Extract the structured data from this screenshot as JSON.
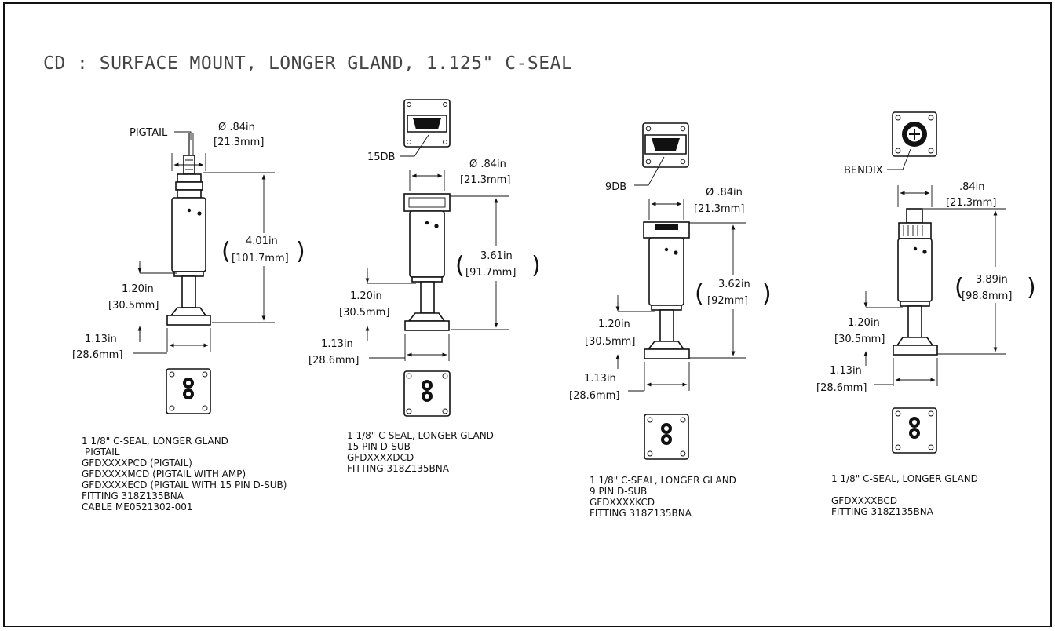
{
  "title": "CD : SURFACE MOUNT, LONGER GLAND, 1.125\" C-SEAL",
  "sensors": [
    {
      "connector_label": "PIGTAIL",
      "diameter": "Ø .84in",
      "diameter_mm": "[21.3mm]",
      "height": "4.01in",
      "height_mm": "[101.7mm]",
      "gland": "1.20in",
      "gland_mm": "[30.5mm]",
      "base": "1.13in",
      "base_mm": "[28.6mm]",
      "caption": [
        "1 1/8\" C-SEAL, LONGER GLAND",
        "PIGTAIL",
        "GFDXXXXPCD (PIGTAIL)",
        "GFDXXXXMCD (PIGTAIL WITH AMP)",
        "GFDXXXXECD (PIGTAIL WITH 15 PIN D-SUB)",
        "FITTING 318Z135BNA",
        "CABLE ME0521302-001"
      ]
    },
    {
      "connector_label": "15DB",
      "diameter": "Ø .84in",
      "diameter_mm": "[21.3mm]",
      "height": "3.61in",
      "height_mm": "[91.7mm]",
      "gland": "1.20in",
      "gland_mm": "[30.5mm]",
      "base": "1.13in",
      "base_mm": "[28.6mm]",
      "caption": [
        "1 1/8\" C-SEAL, LONGER GLAND",
        "15 PIN D-SUB",
        "GFDXXXXDCD",
        "FITTING 318Z135BNA"
      ]
    },
    {
      "connector_label": "9DB",
      "diameter": "Ø .84in",
      "diameter_mm": "[21.3mm]",
      "height": "3.62in",
      "height_mm": "[92mm]",
      "gland": "1.20in",
      "gland_mm": "[30.5mm]",
      "base": "1.13in",
      "base_mm": "[28.6mm]",
      "caption": [
        "1 1/8\" C-SEAL, LONGER GLAND",
        "9 PIN D-SUB",
        "GFDXXXXKCD",
        "FITTING 318Z135BNA"
      ]
    },
    {
      "connector_label": "BENDIX",
      "diameter": ".84in",
      "diameter_mm": "[21.3mm]",
      "height": "3.89in",
      "height_mm": "[98.8mm]",
      "gland": "1.20in",
      "gland_mm": "[30.5mm]",
      "base": "1.13in",
      "base_mm": "[28.6mm]",
      "caption": [
        "1 1/8\" C-SEAL, LONGER GLAND",
        "",
        "GFDXXXXBCD",
        "FITTING 318Z135BNA"
      ]
    }
  ]
}
